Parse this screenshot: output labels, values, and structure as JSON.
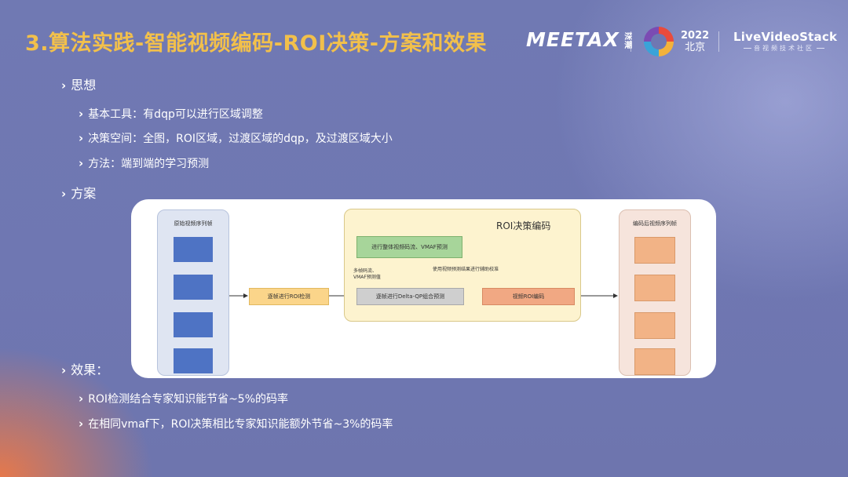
{
  "header": {
    "title_num": "3.",
    "title_text": "算法实践-智能视频编码-ROI决策-方案和效果",
    "logo_meta": "MEETAX",
    "logo_meta_sub": "深潮",
    "event_year": "2022",
    "event_city": "北京",
    "brand_lvs": "LiveVideoStack",
    "brand_lvs_sub": "音视频技术社区"
  },
  "bullets": {
    "idea": "思想",
    "idea_items": [
      "基本工具：有dqp可以进行区域调整",
      "决策空间：全图，ROI区域，过渡区域的dqp，及过渡区域大小",
      "方法：端到端的学习预测"
    ],
    "plan": "方案",
    "effect": "效果：",
    "effect_items": [
      "ROI检测结合专家知识能节省~5%的码率",
      "在相同vmaf下，ROI决策相比专家知识能额外节省~3%的码率"
    ]
  },
  "diagram": {
    "input_label": "原始视频序列帧",
    "output_label": "编码后视频序列帧",
    "roi_title": "ROI决策编码",
    "node_detect": "逐帧进行ROI检测",
    "node_vmaf": "进行整体视频码流、VMAF预测",
    "node_delta": "逐帧进行Delta-QP组合预测",
    "node_encode": "视频ROI编码",
    "note_left": "多帧码流、\nVMAF预测值",
    "note_right": "使用视频预测结果进行辅助校准"
  },
  "colors": {
    "accent_title": "#f2c04b",
    "frame_in": "#4e73c4",
    "frame_out": "#f2b386",
    "roi_bg": "#fdf3cf"
  },
  "icons": {
    "bullet": "chevron-right-icon"
  }
}
